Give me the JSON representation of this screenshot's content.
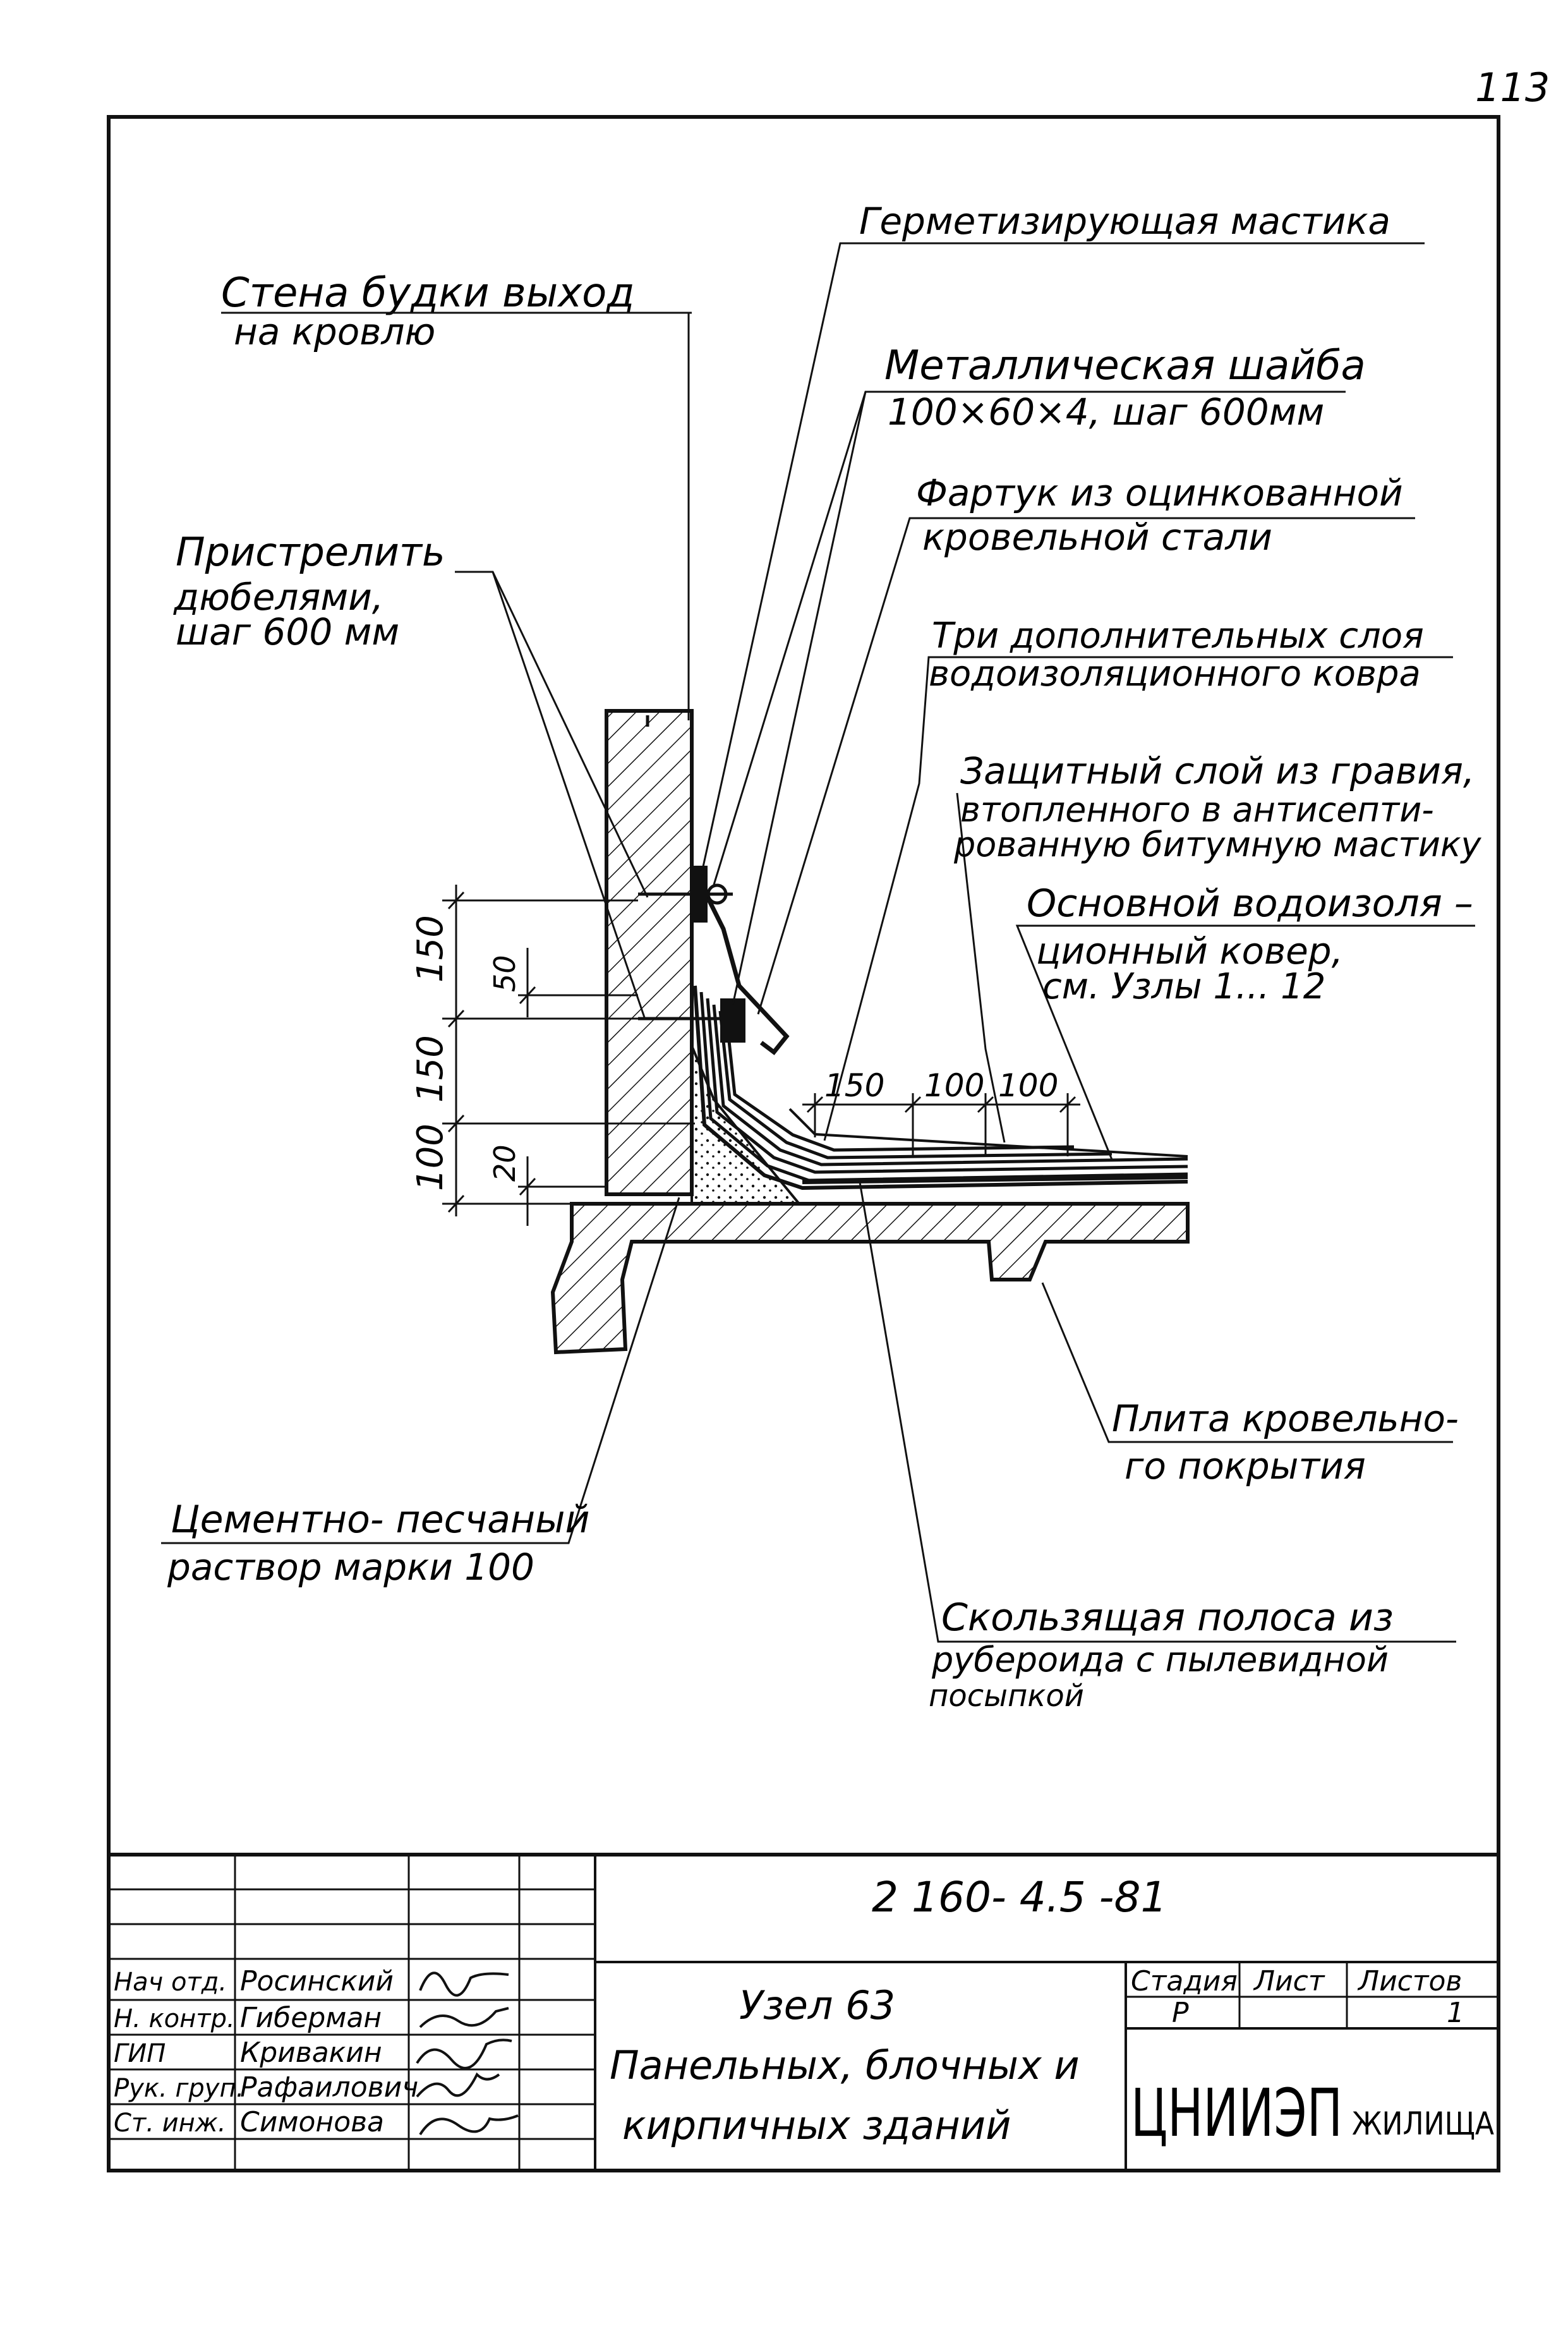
{
  "page_number": "113",
  "labels": {
    "hermetic_mastic": "Герметизирующая мастика",
    "booth_wall_1": "Стена будки выход",
    "booth_wall_2": "на кровлю",
    "metal_washer_1": "Металлическая шайба",
    "metal_washer_2": "100×60×4,   шаг 600мм",
    "apron_1": "Фартук из оцинкованной",
    "apron_2": "кровельной стали",
    "shoot_1": "Пристрелить",
    "shoot_2": "дюбелями,",
    "shoot_3": "шаг 600 мм",
    "three_layers_1": "Три дополнительных слоя",
    "three_layers_2": "водоизоляционного ковра",
    "gravel_1": "Защитный слой из гравия,",
    "gravel_2": "втопленного в антисепти-",
    "gravel_3": "рованную битумную мастику",
    "main_carpet_1": "Основной водоизоля –",
    "main_carpet_2": "ционный ковер,",
    "main_carpet_3": "см. Узлы 1... 12",
    "roof_slab_1": "Плита кровельно-",
    "roof_slab_2": "го покрытия",
    "mortar_1": "Цементно- песчаный",
    "mortar_2": "раствор марки 100",
    "sliding_strip_1": "Скользящая полоса из",
    "sliding_strip_2": "рубероида с пылевидной",
    "sliding_strip_3": "посыпкой"
  },
  "dimensions": {
    "v150_top": "150",
    "v50": "50",
    "v150_mid": "150",
    "v100": "100",
    "v20": "20",
    "h150": "150",
    "h100_a": "100",
    "h100_b": "100"
  },
  "title_block": {
    "code": "2 160- 4.5  -81",
    "rows": [
      {
        "role": "Нач отд.",
        "name": "Росинский"
      },
      {
        "role": "Н. контр.",
        "name": "Гиберман"
      },
      {
        "role": "ГИП",
        "name": "Кривакин"
      },
      {
        "role": "Рук. груп.",
        "name": "Рафаилович"
      },
      {
        "role": "Ст. инж.",
        "name": "Симонова"
      }
    ],
    "title_1": "Узел   63",
    "title_2": "Панельных,  блочных и",
    "title_3": "кирпичных   зданий",
    "stage_header": "Стадия",
    "sheet_header": "Лист",
    "sheets_header": "Листов",
    "stage_value": "Р",
    "sheets_value": "1",
    "org": "ЦНИИЭП",
    "org_sub": "ЖИЛИЩА"
  }
}
